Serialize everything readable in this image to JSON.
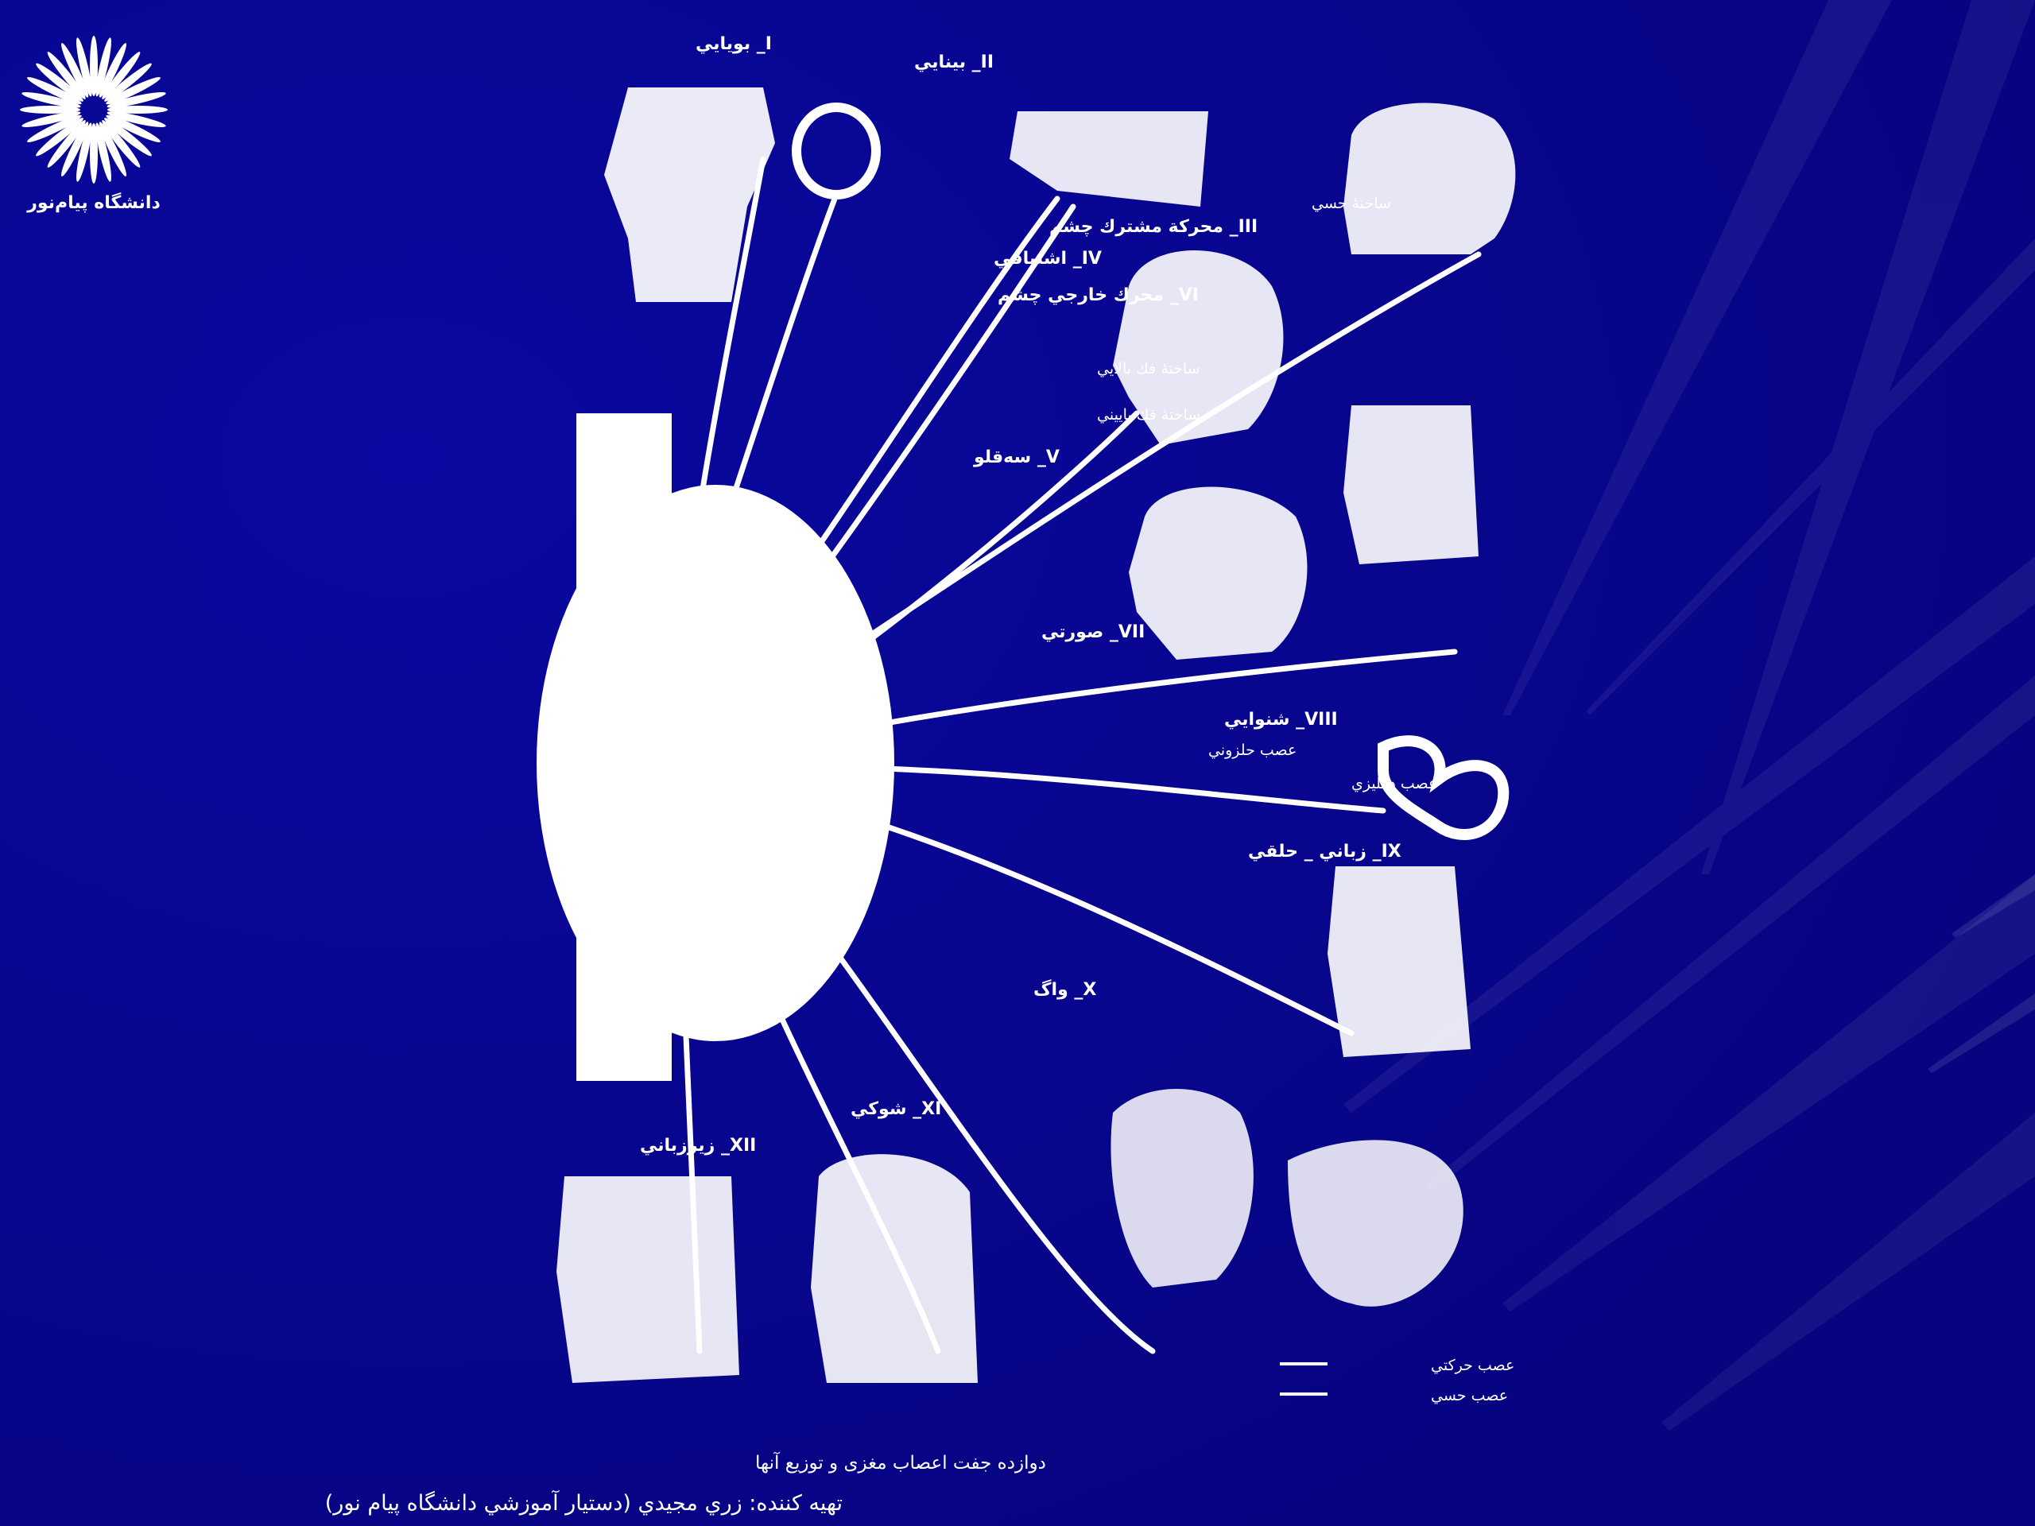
{
  "logo": {
    "text": "دانشگاه پیام‌نور",
    "icon": "university-sunburst-logo"
  },
  "nerves": {
    "n1": "I_ بويايي",
    "n2": "II_ بينايي",
    "n3": "III_ محركة مشترك چشم",
    "n4": "IV_ اشتياقي",
    "n6": "VI_ محرك خارجي چشم",
    "n5": "V_ سه‌قلو",
    "n5a": "ساختهٔ حسي",
    "n5b": "ساختهٔ فك بالايي",
    "n5c": "ساختهٔ فك پاييني",
    "n7": "VII_ صورتي",
    "n8": "VIII_ شنوايي",
    "n8a": "عصب حلزوني",
    "n8b": "عصب دهليزي",
    "n9": "IX_ زباني _ حلقي",
    "n10": "X_ واگ",
    "n11": "XI_ شوكي",
    "n12": "XII_ زيرزباني"
  },
  "legend": {
    "motor": "عصب حركتي",
    "sensory": "عصب حسي"
  },
  "caption": {
    "title": "دوازده جفت اعصاب مغزی و توزیع آنها",
    "author": "تهيه كننده: زري مجيدي (دستيار آموزشي دانشگاه پيام نور)"
  },
  "colors": {
    "background": "#08068f",
    "ink": "#ffffff"
  }
}
